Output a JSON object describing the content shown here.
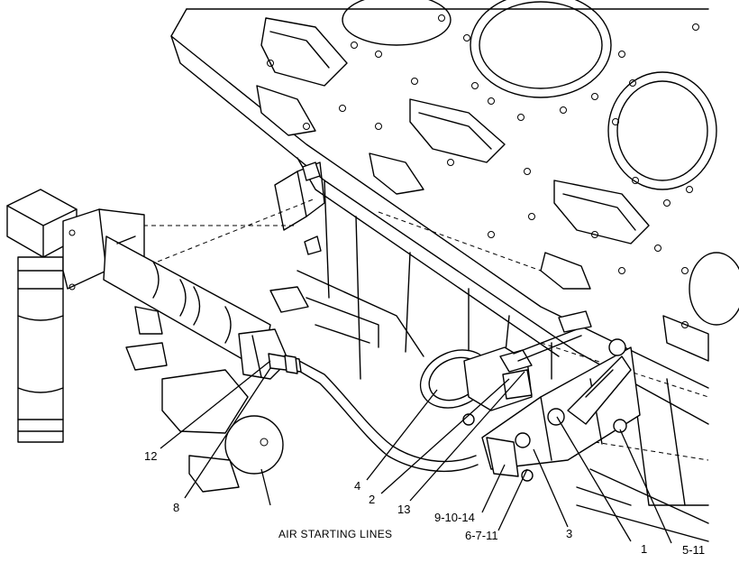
{
  "caption": "AIR STARTING LINES",
  "callouts": {
    "c1": "1",
    "c2": "2",
    "c3": "3",
    "c4": "4",
    "c5_11": "5-11",
    "c6_7_11": "6-7-11",
    "c8": "8",
    "c9_10_14": "9-10-14",
    "c12": "12",
    "c13": "13"
  }
}
